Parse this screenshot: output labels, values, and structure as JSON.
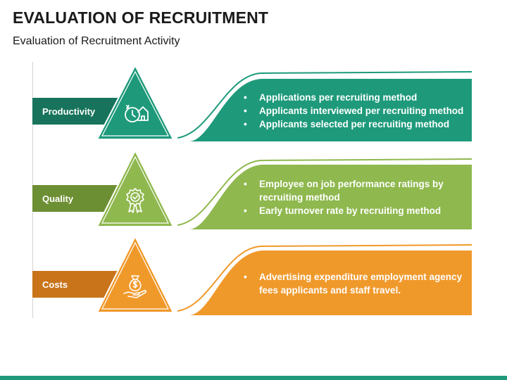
{
  "header": {
    "title": "EVALUATION OF RECRUITMENT",
    "subtitle": "Evaluation of Recruitment Activity"
  },
  "rows": [
    {
      "label": "Productivity",
      "color": "#1e9a7b",
      "dark_color": "#17735c",
      "icon": "productivity-clock-house-icon",
      "bullets": [
        "Applications per recruiting method",
        "Applicants interviewed per recruiting method",
        "Applicants selected per recruiting method"
      ]
    },
    {
      "label": "Quality",
      "color": "#8fb84e",
      "dark_color": "#6d8f33",
      "icon": "quality-badge-icon",
      "bullets": [
        "Employee on job performance ratings by recruiting method",
        "Early turnover rate by recruiting method"
      ]
    },
    {
      "label": "Costs",
      "color": "#f0992b",
      "dark_color": "#c9741a",
      "icon": "money-bag-hand-icon",
      "bullets": [
        "Advertising expenditure employment agency fees applicants and staff travel."
      ]
    }
  ]
}
